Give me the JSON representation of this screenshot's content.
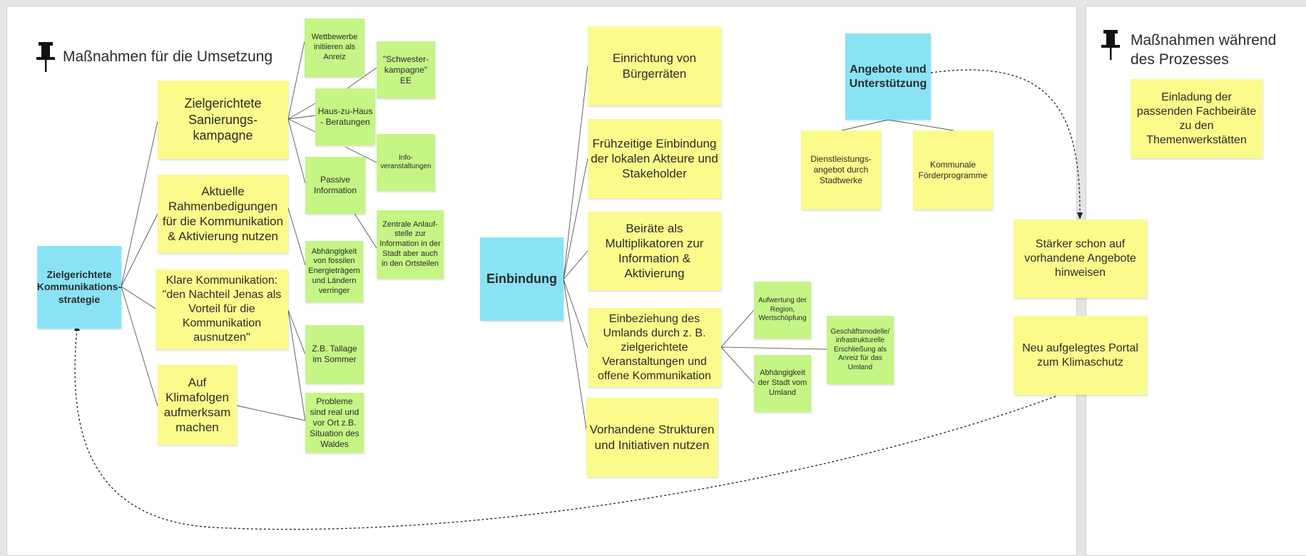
{
  "left_panel": {
    "heading": "Maßnahmen für die Umsetzung",
    "icon": "pushpin-icon",
    "group_communication": {
      "root": "Zielgerichtete Kommunikations-strategie",
      "main": [
        "Zielgerichtete Sanierungs-kampagne",
        "Aktuelle Rahmenbedigungen für die Kommunikation & Aktivierung nutzen",
        "Klare Kommunikation: \"den Nachteil Jenas als Vorteil für die Kommunikation ausnutzen\"",
        "Auf Klimafolgen aufmerksam machen"
      ],
      "sub": {
        "wettbewerbe": "Wettbewerbe initiieren als Anreiz",
        "haus_zu_haus": "Haus-zu-Haus - Beratungen",
        "passive": "Passive Information",
        "schwester": "\"Schwester-kampagne\" EE",
        "info": "Info-veranstaltungen",
        "zentrale": "Zentrale Anlauf-stelle zur Information in der Stadt aber auch in den Ortsteilen",
        "abhaengigkeit_fossil": "Abhängigkeit von fossilen Energieträgern und Ländern verringer",
        "tallage": "Z.B. Tallage im Sommer",
        "probleme": "Probleme sind real und vor Ort z.B. Situation des Waldes"
      }
    },
    "group_einbindung": {
      "root": "Einbindung",
      "main": [
        "Einrichtung von Bürgerräten",
        "Frühzeitige Einbindung der lokalen Akteure und Stakeholder",
        "Beiräte als Multiplikatoren zur Information & Aktivierung",
        "Einbeziehung des Umlands durch z. B. zielgerichtete Veranstaltungen und offene Kommunikation",
        "Vorhandene Strukturen und Initiativen nutzen"
      ],
      "sub": {
        "aufwertung": "Aufwertung der Region, Wertschöpfung",
        "abhaengigkeit_umland": "Abhängigkeit der Stadt vom Umland",
        "geschaeftsmodelle": "Geschäftsmodelle/ infrastrukturelle Erschließung als Anreiz für das Umland"
      }
    },
    "group_angebote": {
      "root": "Angebote und Unterstützung",
      "sub": [
        "Dienstleistungs-angebot durch Stadtwerke",
        "Kommunale Förderprogramme"
      ],
      "actions": [
        "Stärker schon auf vorhandene Angebote hinweisen",
        "Neu aufgelegtes Portal zum Klimaschutz"
      ]
    }
  },
  "right_panel": {
    "heading_line1": "Maßnahmen während",
    "heading_line2": "des Prozesses",
    "icon": "pushpin-icon",
    "note": "Einladung der passenden Fachbeiräte zu den Themenwerkstätten"
  },
  "colors": {
    "yellow": "#fbfb8c",
    "green": "#c5f584",
    "blue": "#89e3f5",
    "line": "#555555"
  }
}
